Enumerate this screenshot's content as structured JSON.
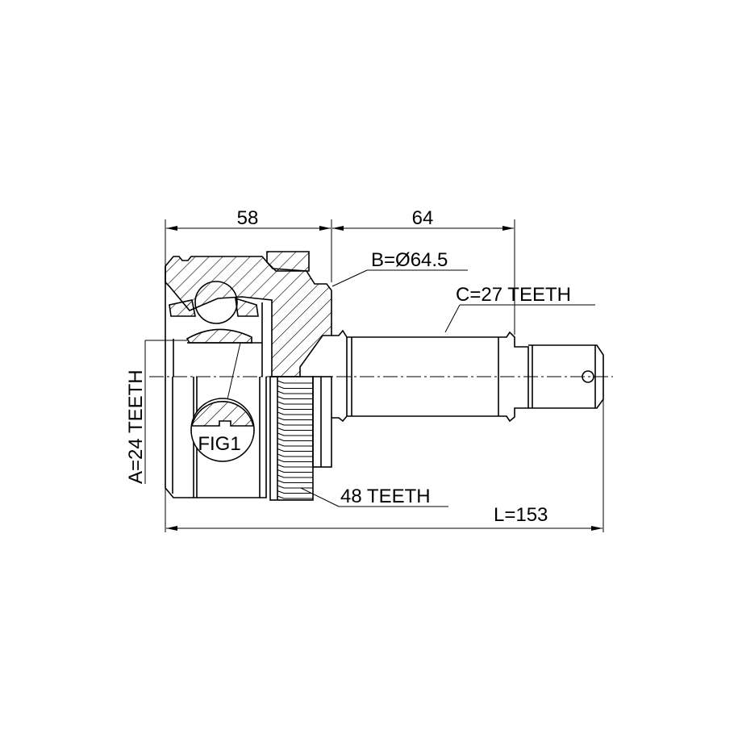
{
  "drawing": {
    "dimensions": {
      "outer_length": "58",
      "shaft_length": "64",
      "overall_length": "L=153",
      "abs_ring_diameter": "B=Ø64.5"
    },
    "callouts": {
      "inner_spline": "A=24 TEETH",
      "outer_spline": "C=27 TEETH",
      "abs_ring": "48 TEETH",
      "detail": "FIG1"
    },
    "line_color": "#000000",
    "background_color": "#ffffff"
  }
}
